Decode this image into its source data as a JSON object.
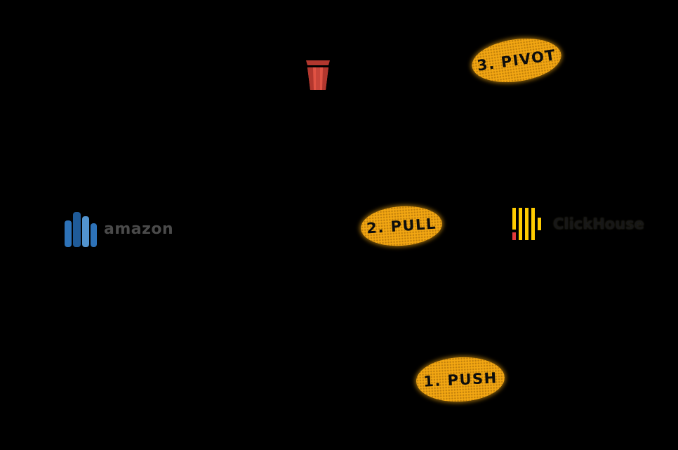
{
  "canvas": {
    "background": "#000000"
  },
  "nodes": {
    "s3": {
      "icon": "s3-bucket-icon",
      "primary_color": "#E05243",
      "shade_color": "#B2372E"
    },
    "amazon": {
      "label": "amazon",
      "icon": "amazon-database-icon",
      "colors": [
        "#2D72B8",
        "#1F5B99",
        "#5294CF"
      ]
    },
    "clickhouse": {
      "label": "ClickHouse",
      "icon": "clickhouse-bars-icon",
      "bar_color": "#FFCC00",
      "accent_color": "#E33A3A"
    }
  },
  "steps": [
    {
      "label": "1. PUSH"
    },
    {
      "label": "2. PULL"
    },
    {
      "label": "3. PIVOT"
    }
  ],
  "step_style": {
    "fill": "#F3A712",
    "text_color": "#0D0D0D"
  }
}
